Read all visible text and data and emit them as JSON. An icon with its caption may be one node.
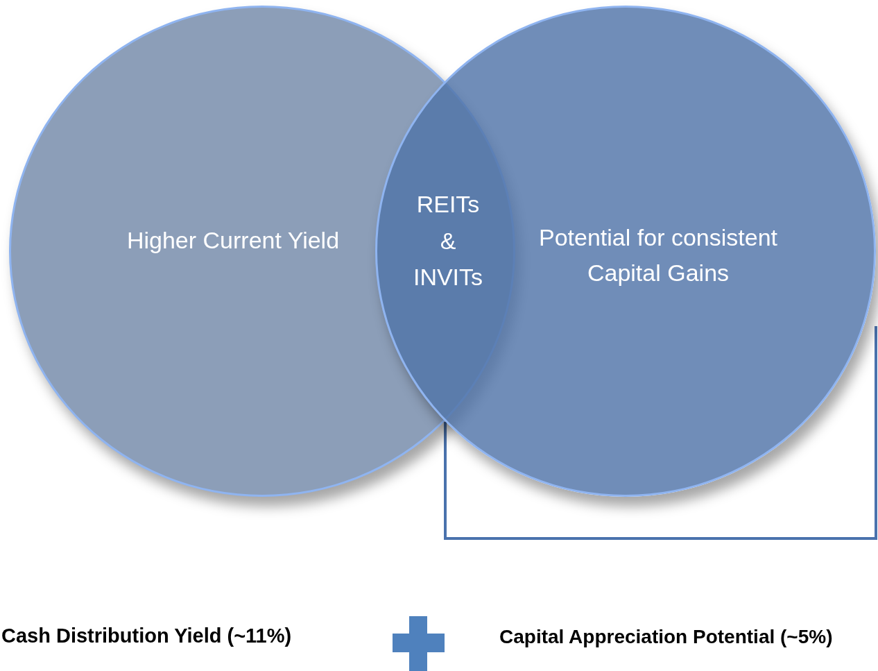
{
  "diagram": {
    "nodes": [
      {
        "text": [
          "Higher Current Yield"
        ]
      },
      {
        "text": [
          "Potential for consistent Capital Gains"
        ]
      }
    ],
    "labels": [
      "REITs & INVITs",
      "Cash Distribution Yield (~11%)",
      "Capital Appreciation Potential (~5%)"
    ]
  }
}
